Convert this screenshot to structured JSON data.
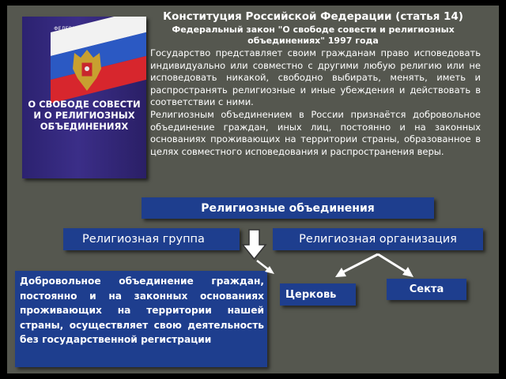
{
  "book": {
    "top_label": "ФЕДЕРАЛЬНЫЙ ЗАКОН",
    "title_lines": [
      "О СВОБОДЕ СОВЕСТИ",
      "И О РЕЛИГИОЗНЫХ",
      "ОБЪЕДИНЕНИЯХ"
    ]
  },
  "header": {
    "title": "Конституция Российской Федерации  (статья 14)",
    "subtitle_line1": "Федеральный закон \"О свободе совести и религиозных",
    "subtitle_line2": "объединениях\" 1997 года"
  },
  "body": {
    "paragraph1": "Государство представляет своим гражданам право исповедовать индивидуально или совместно  с другими любую религию или не исповедовать никакой, свободно выбирать, менять, иметь  и распространять религиозные и иные убеждения и действовать в соответствии с ними.",
    "paragraph2": "Религиозным объединением в России признаётся добровольное объединение граждан, иных лиц, постоянно и на законных основаниях проживающих на территории страны, образованное в целях совместного исповедования и распространения веры."
  },
  "diagram": {
    "main": "Религиозные объединения",
    "group": "Религиозная группа",
    "organization": "Религиозная организация",
    "group_description": "Добровольное объединение граждан, постоянно и на законных основаниях проживающих на территории нашей страны, осуществляет свою деятельность без государственной регистрации",
    "church": "Церковь",
    "sect": "Секта"
  },
  "colors": {
    "background": "#55574f",
    "box": "#1e3e8e",
    "text": "#ffffff"
  }
}
